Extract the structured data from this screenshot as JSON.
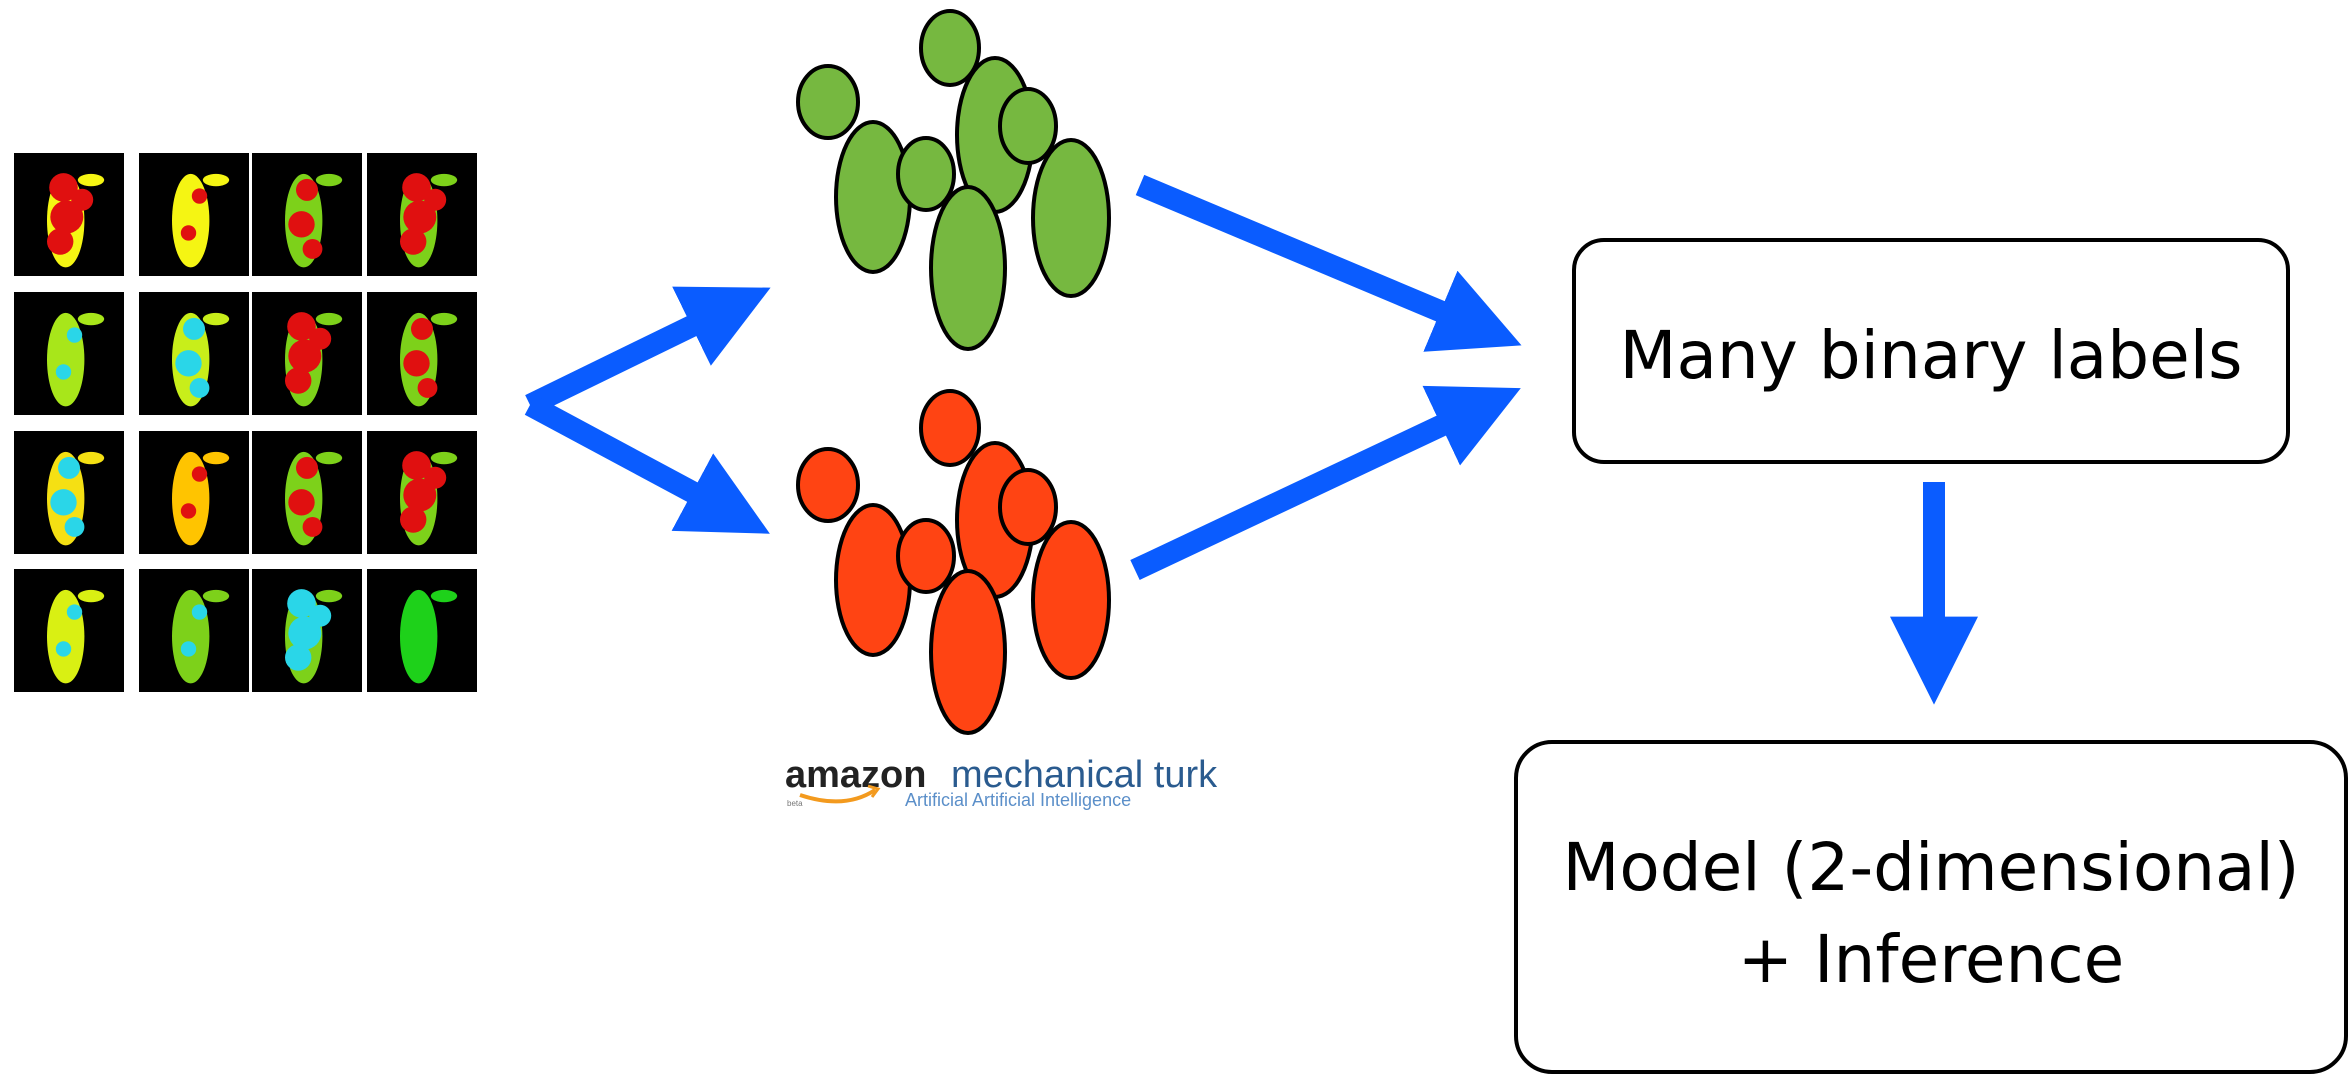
{
  "boxes": {
    "labels": "Many binary labels",
    "model_line1": "Model (2-dimensional)",
    "model_line2": "+ Inference"
  },
  "logo": {
    "brand": "amazon",
    "product": "mechanical turk",
    "tagline": "Artificial Artificial Intelligence",
    "beta": "beta"
  },
  "colors": {
    "arrow": "#0a5cff",
    "green_worker": "#76b840",
    "red_worker": "#ff4413",
    "tile_bg": "#000000",
    "tile_yellow": "#f5f513",
    "tile_green": "#7dd11a",
    "tile_red": "#e01010",
    "tile_cyan": "#2ad6e8",
    "tile_orange": "#ffc400"
  },
  "image_grid": {
    "rows": 4,
    "cols": 4,
    "tiles": [
      {
        "body": "#f5f513",
        "spots": "#e01010",
        "coverage": "heavy"
      },
      {
        "body": "#f5f513",
        "spots": "#e01010",
        "coverage": "light"
      },
      {
        "body": "#7dd11a",
        "spots": "#e01010",
        "coverage": "medium"
      },
      {
        "body": "#7dd11a",
        "spots": "#e01010",
        "coverage": "heavy"
      },
      {
        "body": "#a8e61a",
        "spots": "#2ad6e8",
        "coverage": "light"
      },
      {
        "body": "#c8ee1a",
        "spots": "#2ad6e8",
        "coverage": "medium"
      },
      {
        "body": "#7dd11a",
        "spots": "#e01010",
        "coverage": "heavy"
      },
      {
        "body": "#7dd11a",
        "spots": "#e01010",
        "coverage": "medium"
      },
      {
        "body": "#f5e013",
        "spots": "#2ad6e8",
        "coverage": "medium"
      },
      {
        "body": "#ffc400",
        "spots": "#e01010",
        "coverage": "light"
      },
      {
        "body": "#7dd11a",
        "spots": "#e01010",
        "coverage": "medium"
      },
      {
        "body": "#7dd11a",
        "spots": "#e01010",
        "coverage": "heavy"
      },
      {
        "body": "#d9f013",
        "spots": "#2ad6e8",
        "coverage": "light"
      },
      {
        "body": "#7dd11a",
        "spots": "#2ad6e8",
        "coverage": "light"
      },
      {
        "body": "#7dd11a",
        "spots": "#2ad6e8",
        "coverage": "heavy"
      },
      {
        "body": "#1ed11a",
        "spots": "#2ad6e8",
        "coverage": "none"
      }
    ]
  }
}
